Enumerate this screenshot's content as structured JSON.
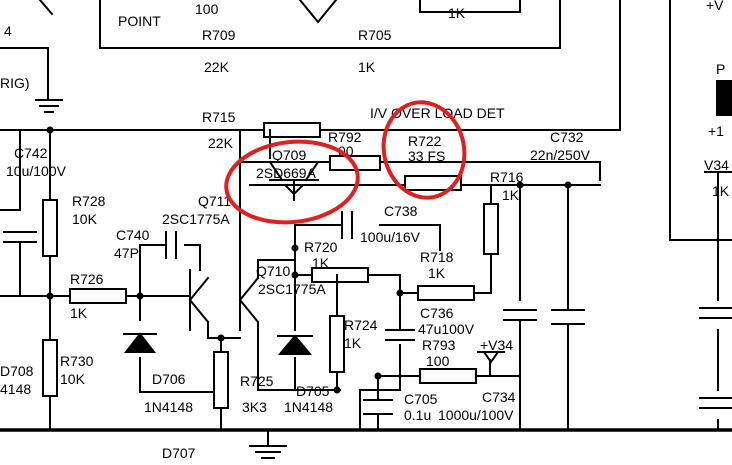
{
  "labels": {
    "point": "POINT",
    "rig_frag": "RIG)",
    "num4": "4",
    "v100": "100",
    "k1_top": "1K",
    "r709": "R709",
    "r709_val": "22K",
    "r705": "R705",
    "r705_val": "1K",
    "r715": "R715",
    "r715_val": "22K",
    "ivol": "I/V OVER LOAD DET",
    "r792": "R792",
    "r792_val": "00",
    "r722": "R722",
    "r722_val": "33  FS",
    "c732": "C732",
    "c732_val": "22n/250V",
    "c742": "C742",
    "c742_val": "10u/100V",
    "q709": "Q709",
    "q709_part": "2SD669A",
    "r716": "R716",
    "r716_val": "1K",
    "r728": "R728",
    "r728_val": "10K",
    "q711": "Q711",
    "q711_part": "2SC1775A",
    "c738": "C738",
    "c738_val": "100u/16V",
    "c740": "C740",
    "c740_val": "47P",
    "r720": "R720",
    "r720_val": "1K",
    "r718": "R718",
    "r718_val": "1K",
    "q710": "Q710",
    "q710_part": "2SC1775A",
    "r726": "R726",
    "r726_val": "1K",
    "c736": "C736",
    "c736_val": "47u100V",
    "r724": "R724",
    "r724_val": "1K",
    "r793": "R793",
    "r793_val": "100",
    "v34": "+V34",
    "d708": "D708",
    "d708_part": "4148",
    "r730": "R730",
    "r730_val": "10K",
    "d706": "D706",
    "d706_part": "1N4148",
    "r725": "R725",
    "r725_val": "3K3",
    "d705": "D705",
    "d705_part": "1N4148",
    "c705": "C705",
    "c705_val": "0.1u",
    "c734": "C734",
    "c734_val": "1000u/100V",
    "d707": "D707",
    "right_v": "+V",
    "right_p": "P",
    "right_plus1": "+1",
    "right_v34": "V34",
    "right_1k": "1K"
  }
}
